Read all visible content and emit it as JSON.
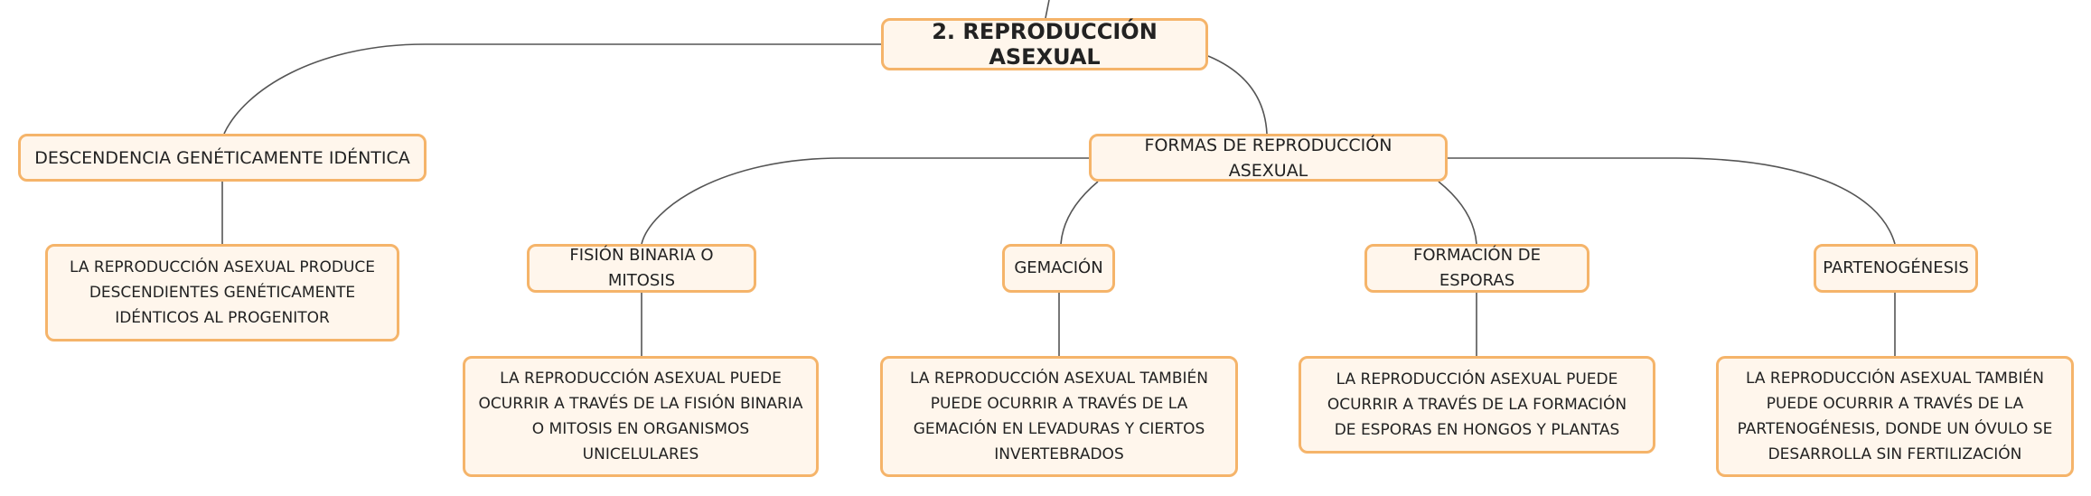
{
  "colors": {
    "node_fill": "#fff6ec",
    "node_border": "#f5b46a",
    "line": "#555555",
    "text": "#222222"
  },
  "root": {
    "label": "2. REPRODUCCIÓN ASEXUAL"
  },
  "descendencia": {
    "label": "DESCENDENCIA GENÉTICAMENTE IDÉNTICA",
    "detail": "LA REPRODUCCIÓN ASEXUAL PRODUCE DESCENDIENTES GENÉTICAMENTE IDÉNTICOS AL PROGENITOR"
  },
  "formas": {
    "label": "FORMAS DE REPRODUCCIÓN ASEXUAL",
    "items": [
      {
        "label": "FISIÓN BINARIA O MITOSIS",
        "detail": "LA REPRODUCCIÓN ASEXUAL PUEDE OCURRIR A TRAVÉS DE LA FISIÓN BINARIA O MITOSIS EN ORGANISMOS UNICELULARES"
      },
      {
        "label": "GEMACIÓN",
        "detail": "LA REPRODUCCIÓN ASEXUAL TAMBIÉN PUEDE OCURRIR A TRAVÉS DE LA GEMACIÓN EN LEVADURAS Y CIERTOS INVERTEBRADOS"
      },
      {
        "label": "FORMACIÓN DE ESPORAS",
        "detail": "LA REPRODUCCIÓN ASEXUAL PUEDE OCURRIR A TRAVÉS DE LA FORMACIÓN DE ESPORAS EN HONGOS Y PLANTAS"
      },
      {
        "label": "PARTENOGÉNESIS",
        "detail": "LA REPRODUCCIÓN ASEXUAL TAMBIÉN PUEDE OCURRIR A TRAVÉS DE LA PARTENOGÉNESIS, DONDE UN ÓVULO SE DESARROLLA SIN FERTILIZACIÓN"
      }
    ]
  }
}
